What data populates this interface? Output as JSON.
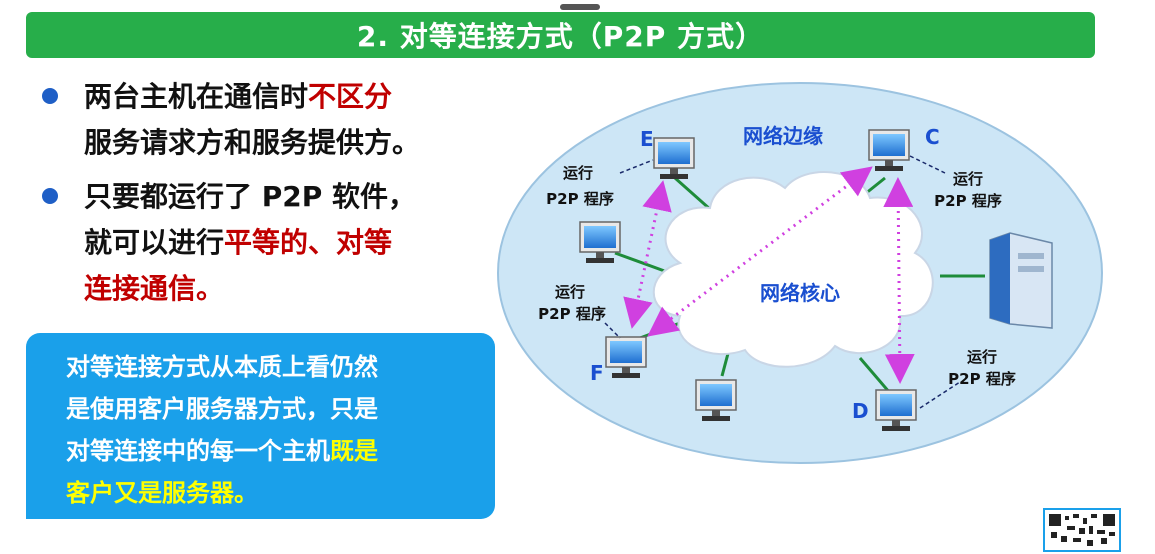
{
  "title": "2. 对等连接方式（P2P 方式）",
  "bullets": [
    {
      "lines": [
        [
          "两台主机在通信时",
          "不区分"
        ],
        [
          "服务请求方和服务提供方。",
          ""
        ]
      ]
    },
    {
      "lines": [
        [
          "只要都运行了 P2P 软件，",
          ""
        ],
        [
          "就可以进行",
          "平等的、对等"
        ],
        [
          "",
          "连接通信。"
        ]
      ]
    }
  ],
  "note": {
    "line1": "对等连接方式从本质上看仍然",
    "line2": "是使用客户服务器方式，只是",
    "line3_a": "对等连接中的每一个主机",
    "line3_b": "既是",
    "line4": "客户又是服务器。"
  },
  "diagram": {
    "edge_label": "网络边缘",
    "core_label": "网络核心",
    "nodes": {
      "E": "E",
      "C": "C",
      "F": "F",
      "D": "D"
    },
    "p2p_run": "运行",
    "p2p_prog": "P2P 程序"
  },
  "colors": {
    "title_bg": "#27ae4a",
    "bullet": "#1f5fc6",
    "highlight_red": "#c00000",
    "note_bg": "#1aa0ea",
    "note_highlight": "#ffff00",
    "edge_fill": "#cde6f6",
    "link": "#1e8c3a",
    "p2p_arrow": "#d040e0",
    "label_blue": "#1a4fd0"
  }
}
